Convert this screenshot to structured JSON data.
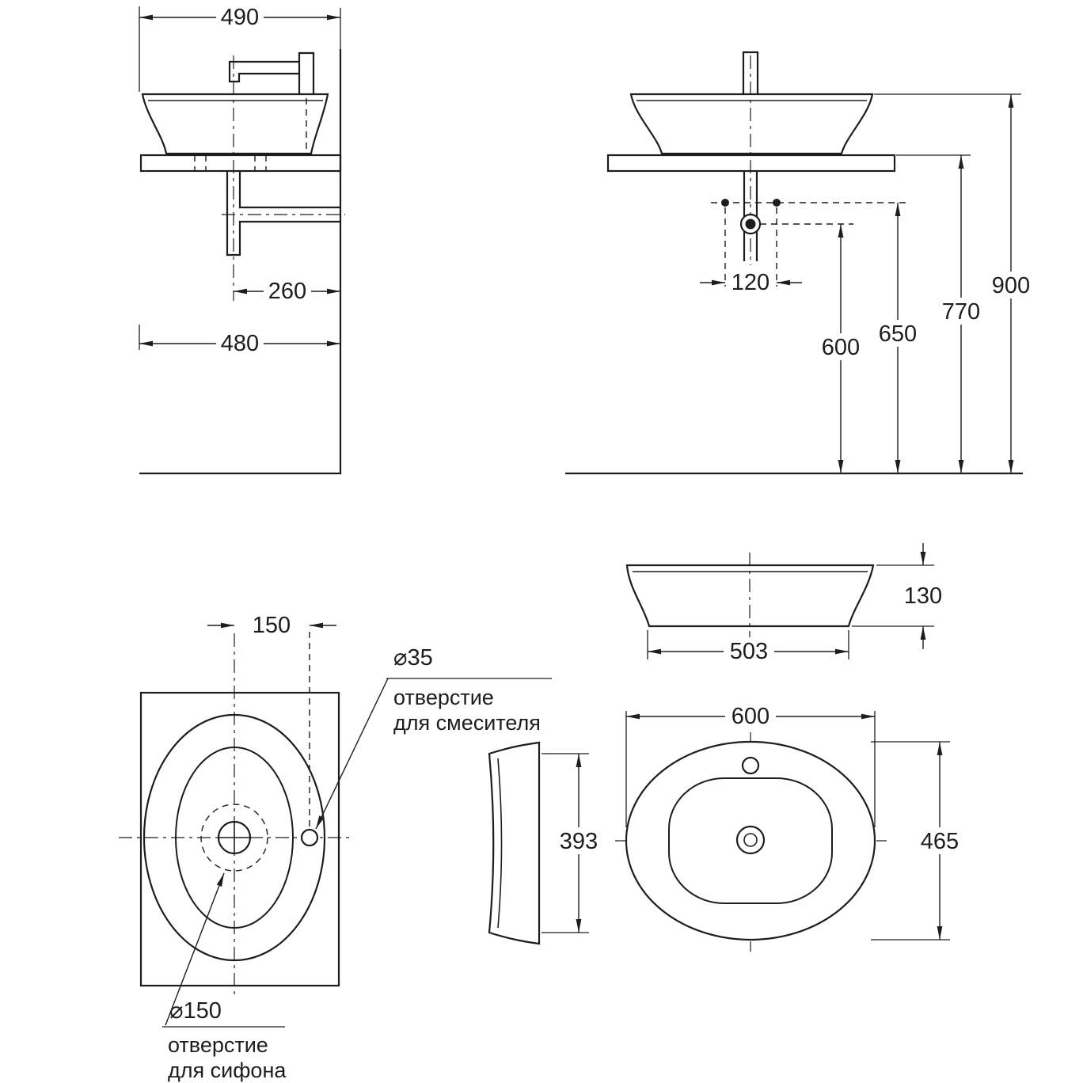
{
  "drawing": {
    "side_view": {
      "overall_depth": "490",
      "axis_to_wall": "260",
      "shelf_depth": "480"
    },
    "front_view": {
      "holes_spacing": "120",
      "drain_height": "600",
      "holes_height": "650",
      "shelf_height": "770",
      "rim_height": "900"
    },
    "plan_view": {
      "mixer_offset": "150",
      "mixer_hole_diameter": "⌀35",
      "mixer_hole_caption_line1": "отверстие",
      "mixer_hole_caption_line2": "для смесителя",
      "siphon_hole_diameter": "⌀150",
      "siphon_hole_caption_line1": "отверстие",
      "siphon_hole_caption_line2": "для сифона"
    },
    "basin_view": {
      "height": "130",
      "bottom_width": "503",
      "width": "600",
      "side_width": "393",
      "depth": "465"
    }
  }
}
